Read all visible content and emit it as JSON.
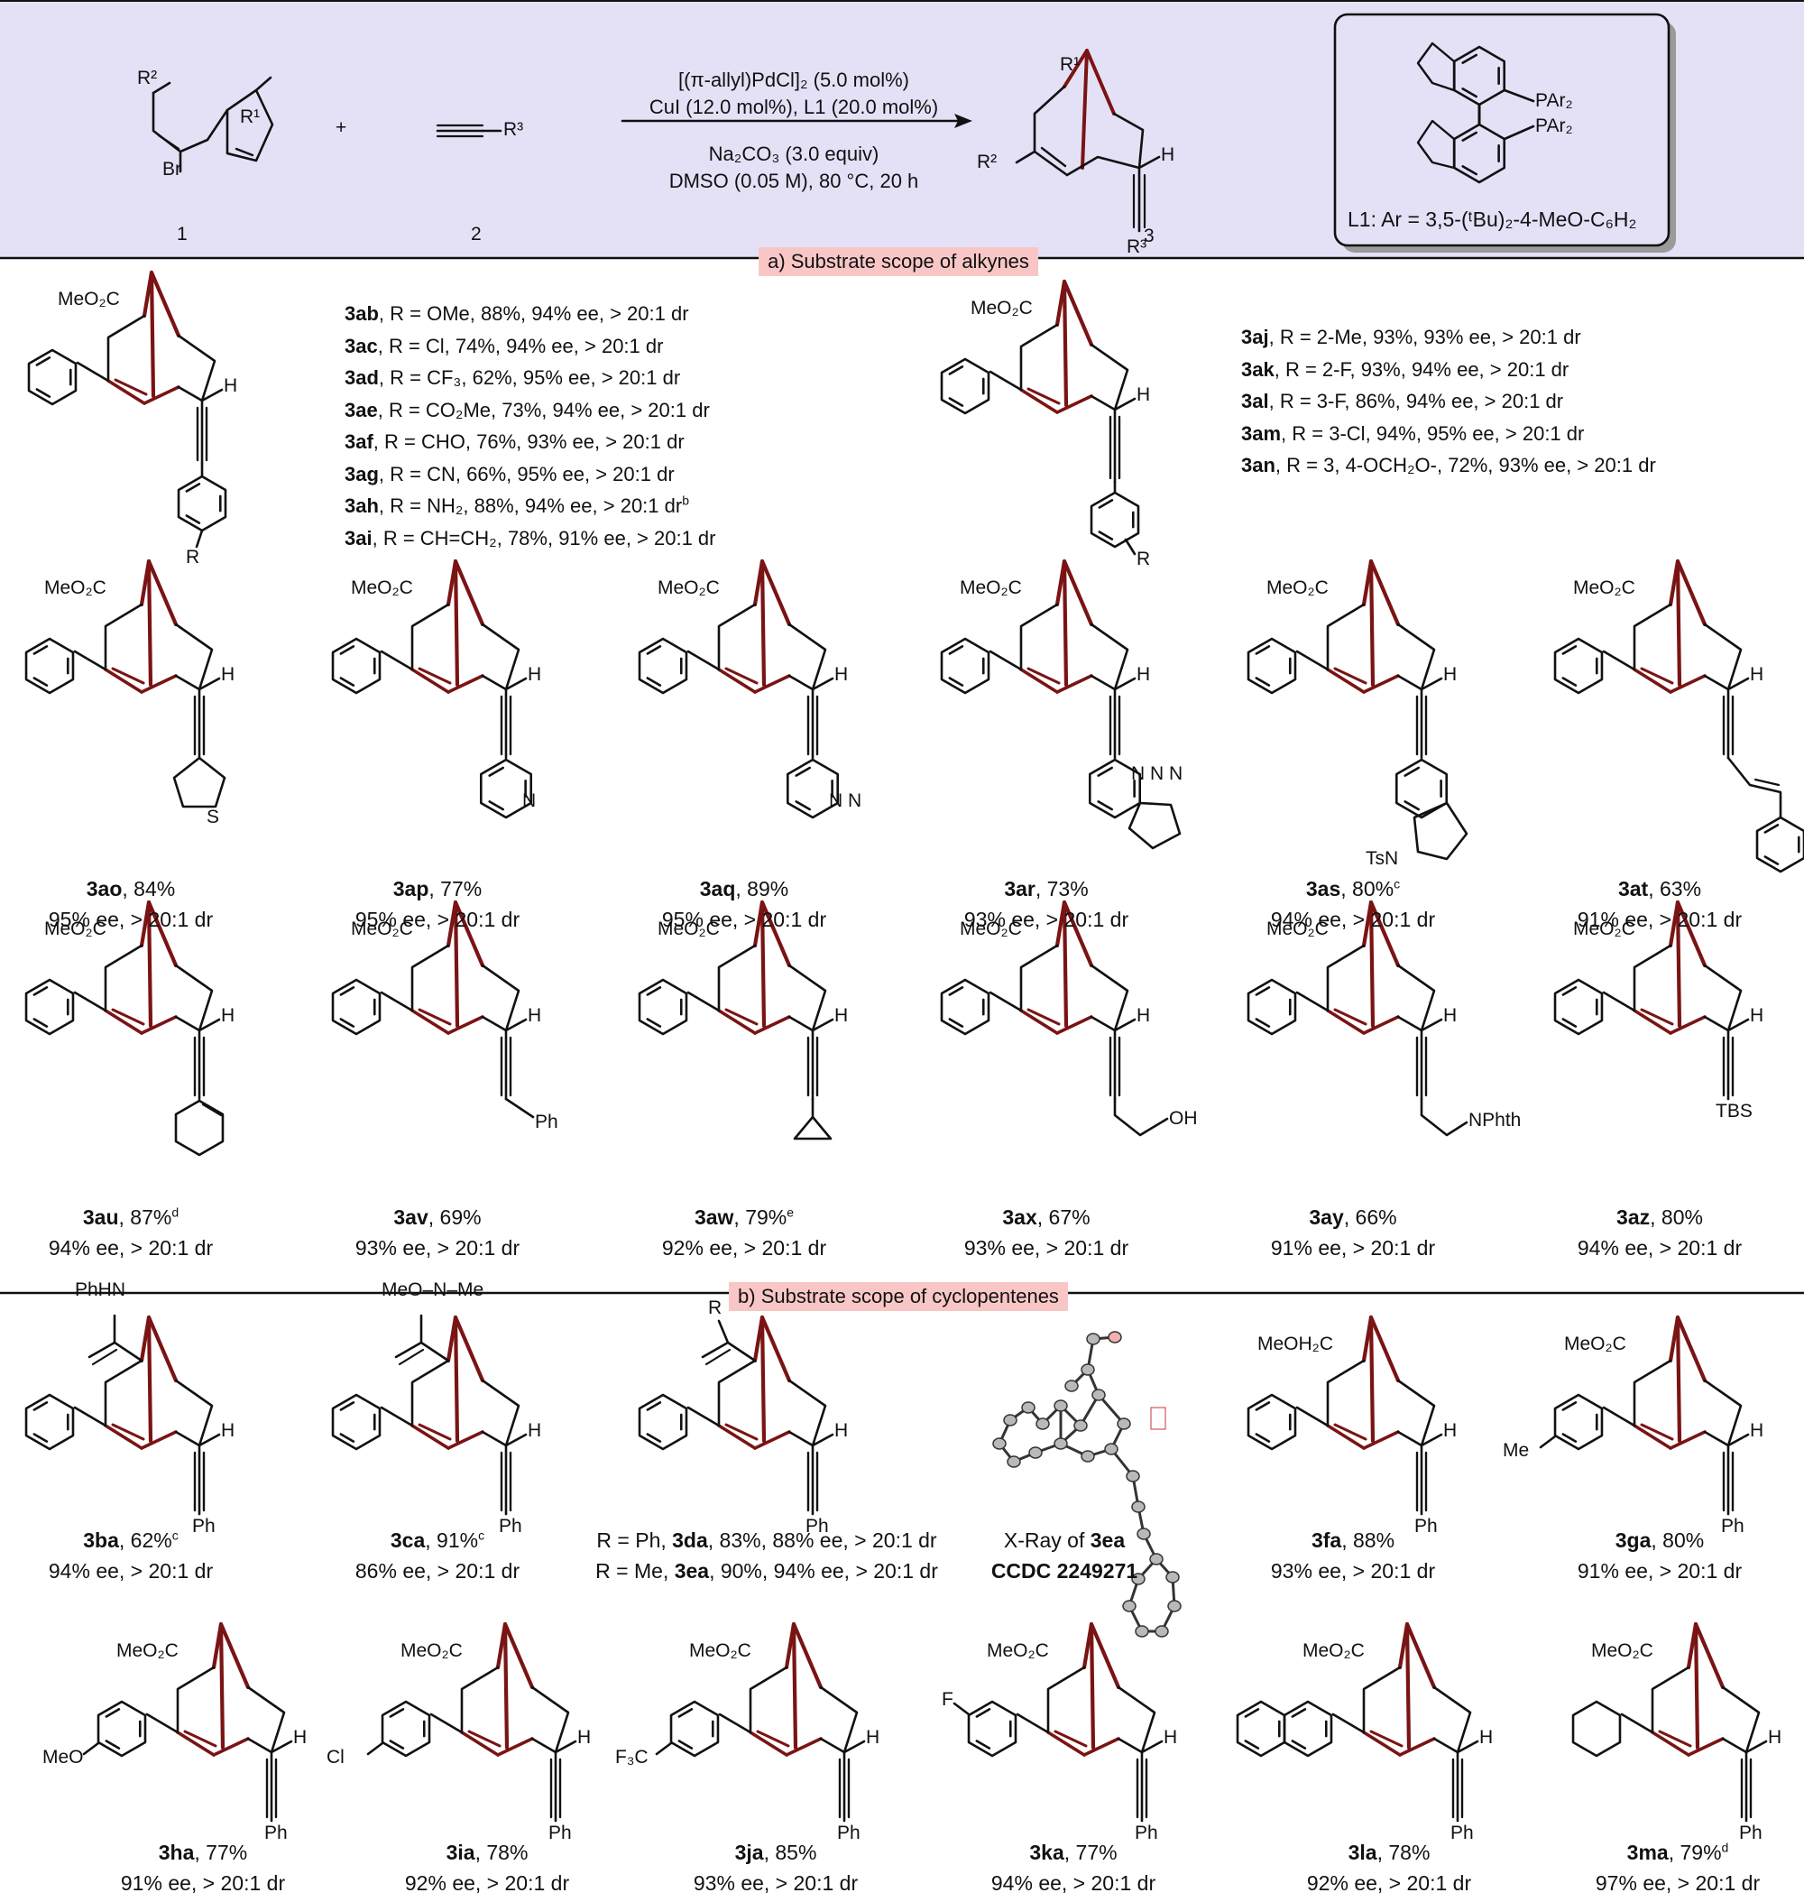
{
  "scheme": {
    "reagent_numbers": [
      "1",
      "2",
      "3"
    ],
    "plus": "+",
    "conditions": [
      "[(π-allyl)PdCl]₂ (5.0 mol%)",
      "CuI (12.0 mol%), L1 (20.0 mol%)",
      "Na₂CO₃ (3.0 equiv)",
      "DMSO (0.05 M), 80 °C, 20 h"
    ],
    "ligand_caption": "L1: Ar = 3,5-(ᵗBu)₂-4-MeO-C₆H₂",
    "atom_labels": [
      "R²",
      "R¹",
      "Br",
      "R³",
      "H",
      "PAr₂",
      "PAr₂"
    ]
  },
  "sections": {
    "a": "a) Substrate scope of alkynes",
    "b": "b) Substrate scope of cyclopentenes"
  },
  "list_para": [
    {
      "code": "3ab",
      "text": ", R = OMe, 88%, 94% ee, > 20:1 dr"
    },
    {
      "code": "3ac",
      "text": ", R = Cl, 74%, 94% ee, > 20:1 dr"
    },
    {
      "code": "3ad",
      "text": ", R = CF₃, 62%, 95% ee, > 20:1 dr"
    },
    {
      "code": "3ae",
      "text": ", R = CO₂Me, 73%, 94% ee, > 20:1 dr"
    },
    {
      "code": "3af",
      "text": ", R = CHO, 76%, 93% ee, > 20:1 dr"
    },
    {
      "code": "3ag",
      "text": ", R = CN, 66%, 95% ee, > 20:1 dr"
    },
    {
      "code": "3ah",
      "text": ", R = NH₂, 88%, 94% ee, > 20:1 dr",
      "sup": "b"
    },
    {
      "code": "3ai",
      "text": ", R = CH=CH₂, 78%, 91% ee, > 20:1 dr"
    }
  ],
  "list_meta": [
    {
      "code": "3aj",
      "text": ", R = 2-Me, 93%, 93% ee, > 20:1 dr"
    },
    {
      "code": "3ak",
      "text": ", R = 2-F, 93%, 94% ee, > 20:1 dr"
    },
    {
      "code": "3al",
      "text": ", R = 3-F, 86%, 94% ee, > 20:1 dr"
    },
    {
      "code": "3am",
      "text": ", R = 3-Cl, 94%, 95% ee, > 20:1 dr"
    },
    {
      "code": "3an",
      "text": ", R = 3, 4-OCH₂O-, 72%, 93% ee, > 20:1 dr"
    }
  ],
  "row1": [
    {
      "code": "3ao",
      "yield": ", 84%",
      "sup": "",
      "sel": "95% ee, > 20:1 dr",
      "sub": "S"
    },
    {
      "code": "3ap",
      "yield": ", 77%",
      "sup": "",
      "sel": "95% ee, > 20:1 dr",
      "sub": "N"
    },
    {
      "code": "3aq",
      "yield": ", 89%",
      "sup": "",
      "sel": "95% ee, > 20:1 dr",
      "sub": "N N"
    },
    {
      "code": "3ar",
      "yield": ", 73%",
      "sup": "",
      "sel": "93% ee, > 20:1 dr",
      "sub": "N N N"
    },
    {
      "code": "3as",
      "yield": ", 80%",
      "sup": "c",
      "sel": "94% ee, > 20:1 dr",
      "sub": "TsN"
    },
    {
      "code": "3at",
      "yield": ", 63%",
      "sup": "",
      "sel": "91% ee, > 20:1 dr",
      "sub": ""
    }
  ],
  "row2": [
    {
      "code": "3au",
      "yield": ", 87%",
      "sup": "d",
      "sel": "94% ee, > 20:1 dr",
      "sub": ""
    },
    {
      "code": "3av",
      "yield": ", 69%",
      "sup": "",
      "sel": "93% ee, > 20:1 dr",
      "sub": "Ph"
    },
    {
      "code": "3aw",
      "yield": ", 79%",
      "sup": "e",
      "sel": "92% ee, > 20:1 dr",
      "sub": ""
    },
    {
      "code": "3ax",
      "yield": ", 67%",
      "sup": "",
      "sel": "93% ee, > 20:1 dr",
      "sub": "OH"
    },
    {
      "code": "3ay",
      "yield": ", 66%",
      "sup": "",
      "sel": "91% ee, > 20:1 dr",
      "sub": "NPhth"
    },
    {
      "code": "3az",
      "yield": ", 80%",
      "sup": "",
      "sel": "94% ee, > 20:1 dr",
      "sub": "TBS"
    }
  ],
  "row3": [
    {
      "code": "3ba",
      "yield": ", 62%",
      "sup": "c",
      "sel": "94% ee, > 20:1 dr",
      "top": "PhHN"
    },
    {
      "code": "3ca",
      "yield": ", 91%",
      "sup": "c",
      "sel": "86% ee, > 20:1 dr",
      "top": "MeO–N–Me"
    }
  ],
  "row3_da": {
    "line1_pre": "R = Ph, ",
    "line1_code": "3da",
    "line1_post": ", 83%, 88% ee, > 20:1 dr",
    "line2_pre": "R = Me, ",
    "line2_code": "3ea",
    "line2_post": ", 90%, 94% ee, > 20:1 dr",
    "top": "R"
  },
  "xray": {
    "line1_pre": "X-Ray of ",
    "line1_code": "3ea",
    "line2": "CCDC 2249271"
  },
  "row3_rest": [
    {
      "code": "3fa",
      "yield": ", 88%",
      "sup": "",
      "sel": "93% ee, > 20:1 dr",
      "top": "MeOH₂C"
    },
    {
      "code": "3ga",
      "yield": ", 80%",
      "sup": "",
      "sel": "91% ee, > 20:1 dr",
      "top": "MeO₂C",
      "aryl": "Me"
    }
  ],
  "row4": [
    {
      "code": "3ha",
      "yield": ", 77%",
      "sup": "",
      "sel": "91% ee, > 20:1 dr",
      "aryl": "MeO"
    },
    {
      "code": "3ia",
      "yield": ", 78%",
      "sup": "",
      "sel": "92% ee, > 20:1 dr",
      "aryl": "Cl"
    },
    {
      "code": "3ja",
      "yield": ", 85%",
      "sup": "",
      "sel": "93% ee, > 20:1 dr",
      "aryl": "F₃C"
    },
    {
      "code": "3ka",
      "yield": ", 77%",
      "sup": "",
      "sel": "94% ee, > 20:1 dr",
      "aryl": "F"
    },
    {
      "code": "3la",
      "yield": ", 78%",
      "sup": "",
      "sel": "92% ee, > 20:1 dr",
      "aryl": ""
    },
    {
      "code": "3ma",
      "yield": ", 79%",
      "sup": "d",
      "sel": "97% ee, > 20:1 dr",
      "aryl": ""
    }
  ],
  "common_labels": {
    "ester": "MeO₂C",
    "H": "H",
    "Ph": "Ph",
    "R": "R"
  },
  "colors": {
    "header_bg": "#e4e1f7",
    "bond_red": "#7a1414",
    "section_bg": "#f9c6c6"
  }
}
